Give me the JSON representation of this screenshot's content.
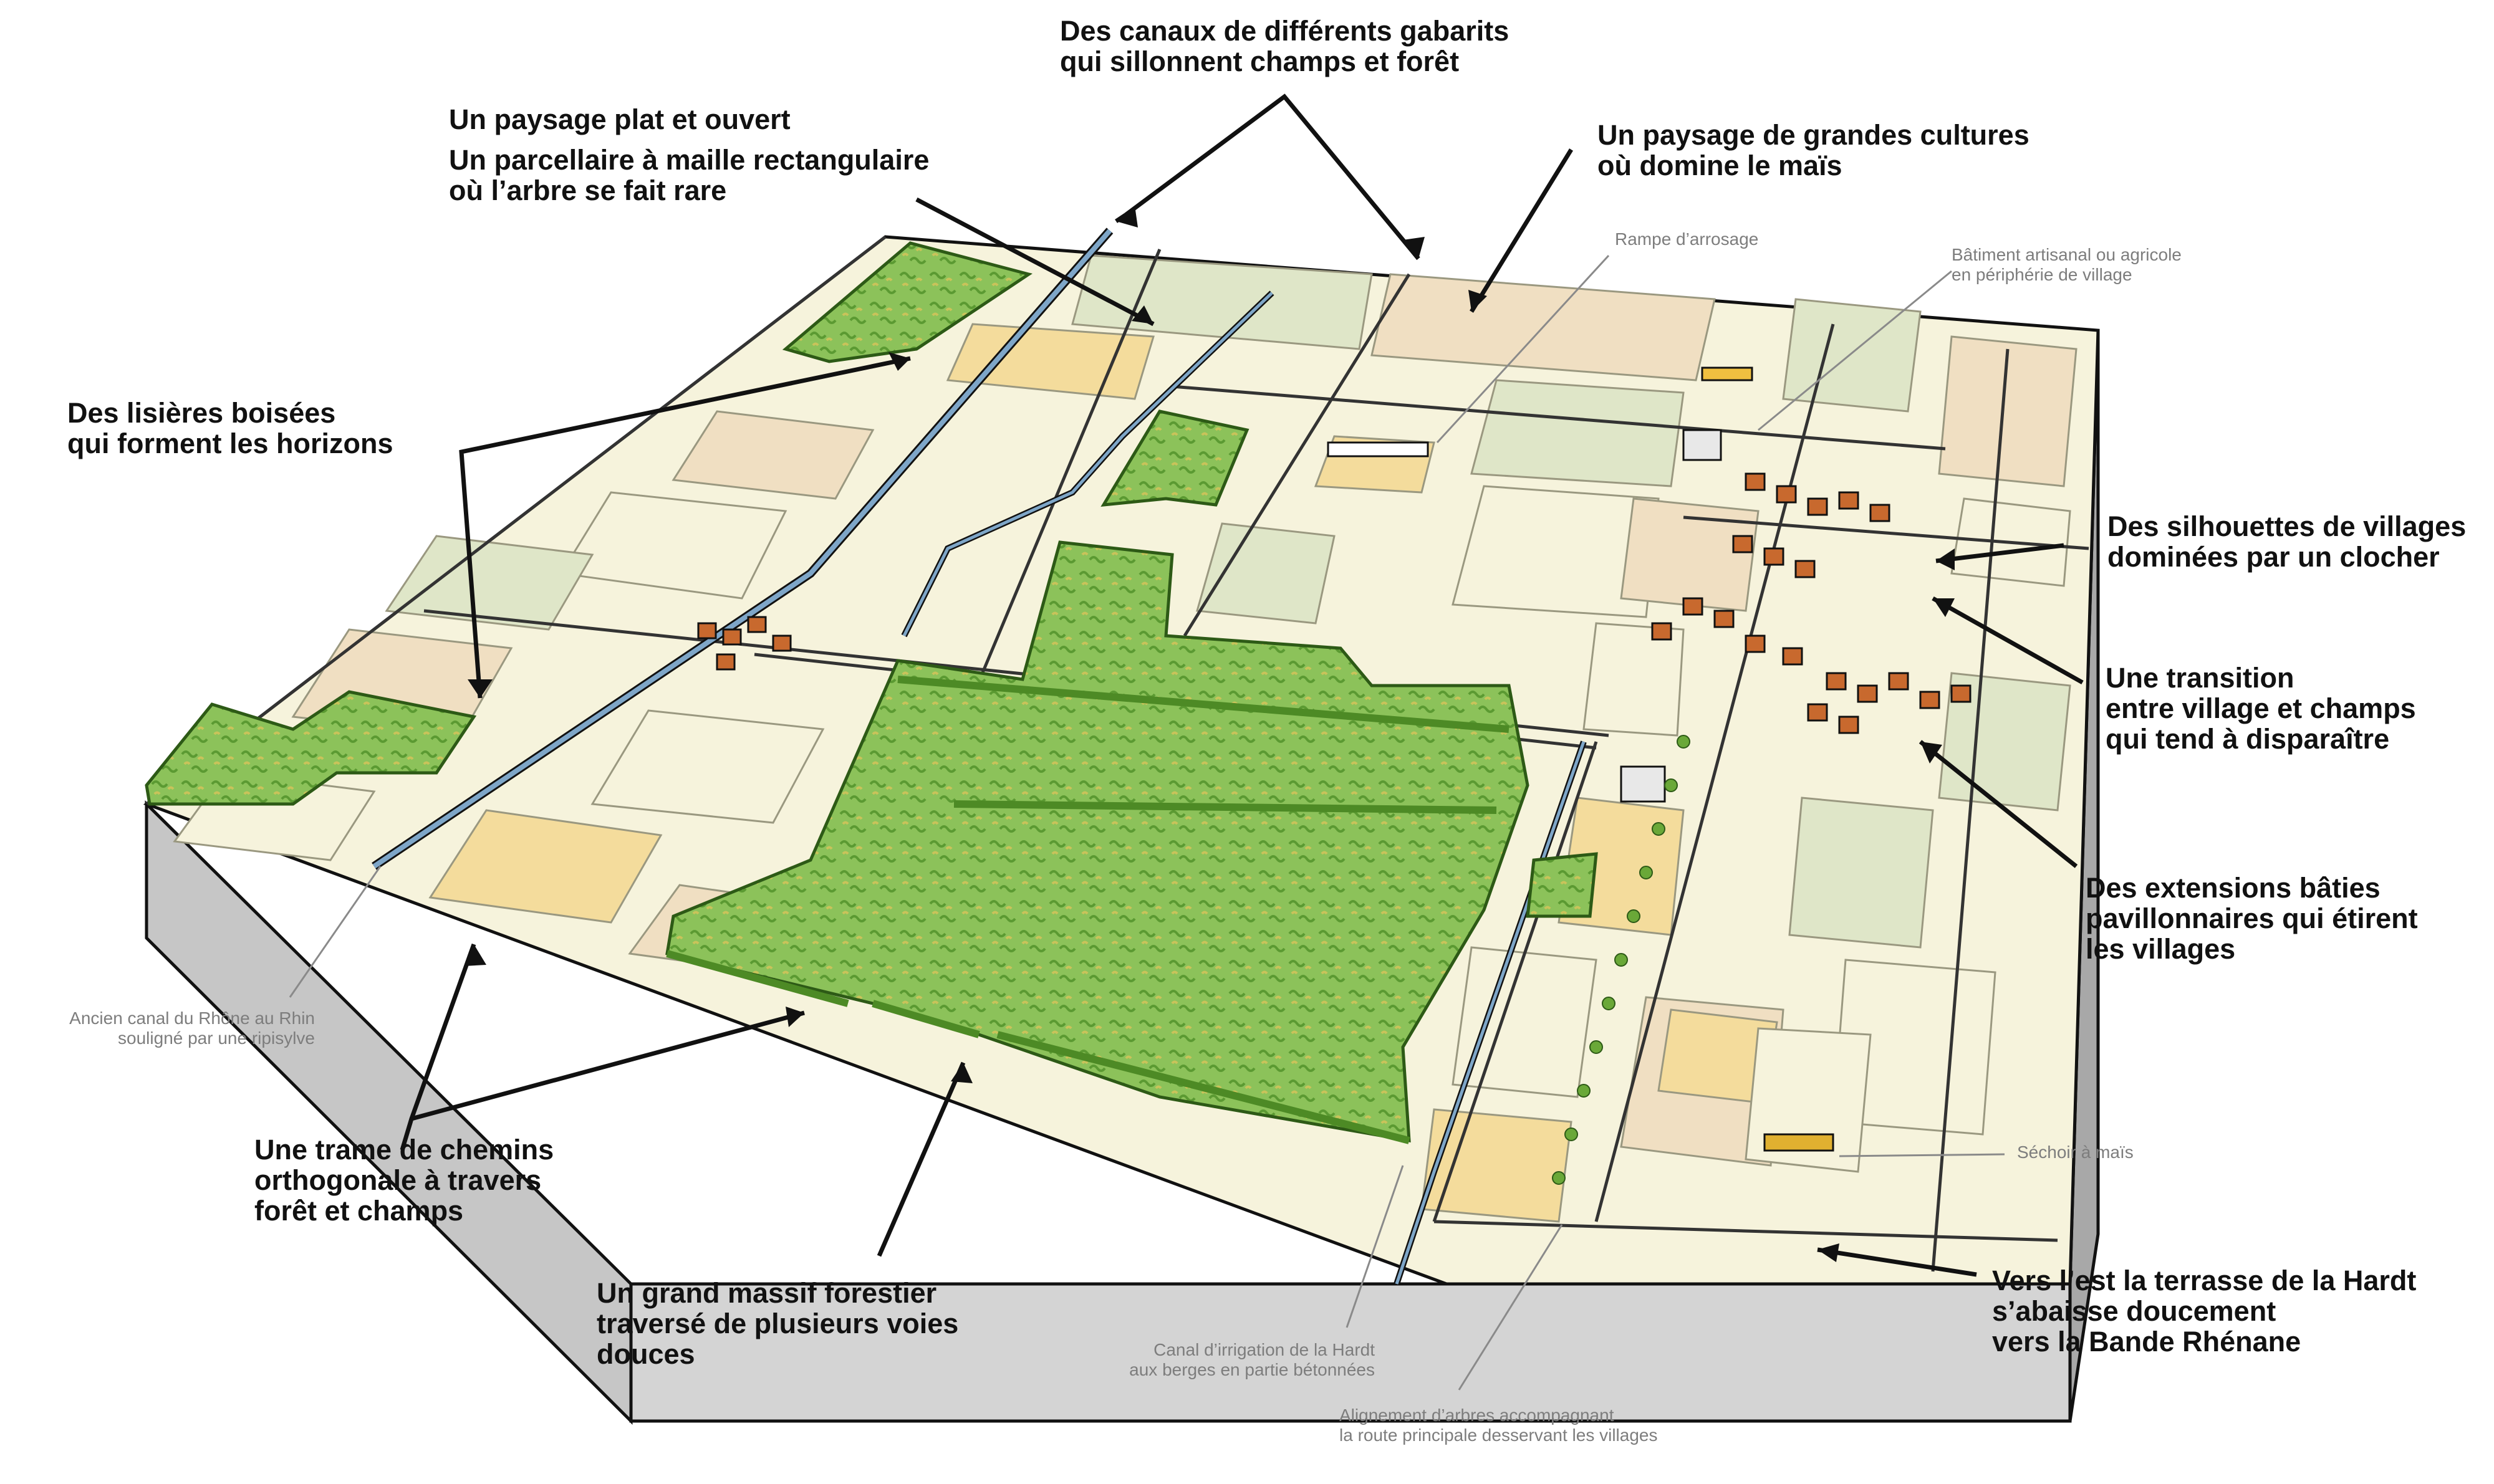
{
  "labels": {
    "canaux": {
      "line1": "Des canaux de différents gabarits",
      "line2": "qui sillonnent champs et forêt"
    },
    "paysage_plat": {
      "line1": "Un paysage plat et ouvert"
    },
    "parcellaire": {
      "line1": "Un parcellaire à maille rectangulaire",
      "line2": "où l’arbre se fait rare"
    },
    "grandes_cultures": {
      "line1": "Un paysage de grandes cultures",
      "line2": "où domine le maïs"
    },
    "lisieres": {
      "line1": "Des lisières boisées",
      "line2": "qui forment les horizons"
    },
    "silhouettes": {
      "line1": "Des silhouettes de villages",
      "line2": "dominées par un clocher"
    },
    "transition": {
      "line1": "Une transition",
      "line2": "entre village et champs",
      "line3": "qui tend à disparaître"
    },
    "extensions": {
      "line1": "Des extensions bâties",
      "line2": "pavillonnaires qui étirent",
      "line3": "les villages"
    },
    "trame": {
      "line1": "Une trame de chemins",
      "line2": "orthogonale à travers",
      "line3": "forêt et champs"
    },
    "massif": {
      "line1": "Un grand massif forestier",
      "line2": "traversé de plusieurs voies",
      "line3": "douces"
    },
    "terrasse": {
      "line1": "Vers l’est la terrasse de la Hardt",
      "line2": "s’abaisse doucement",
      "line3": "vers la Bande Rhénane"
    }
  },
  "small_labels": {
    "rampe": {
      "line1": "Rampe d’arrosage"
    },
    "batiment": {
      "line1": "Bâtiment artisanal ou agricole",
      "line2": "en périphérie de village"
    },
    "ancien_canal": {
      "line1": "Ancien canal du Rhône au Rhin",
      "line2": "souligné par une ripisylve"
    },
    "sechoir": {
      "line1": "Séchoir à maïs"
    },
    "canal_irrigation": {
      "line1": "Canal d’irrigation de la Hardt",
      "line2": "aux berges en partie bétonnées"
    },
    "alignement": {
      "line1": "Alignement d’arbres accompagnant",
      "line2": "la route principale desservant les villages"
    }
  },
  "colors": {
    "block_side": "#c6c6c6",
    "block_front": "#d4d4d4",
    "field_cream": "#f6f3dc",
    "field_tan": "#f0dfc2",
    "field_yellow": "#f4dc9c",
    "field_green": "#dfe6c8",
    "forest": "#8cc25a",
    "forest_dark": "#5b9a32",
    "roof": "#c8692e",
    "canal": "#7ea6c8",
    "ink": "#111111",
    "annotation_grey": "#8a8a8a"
  }
}
